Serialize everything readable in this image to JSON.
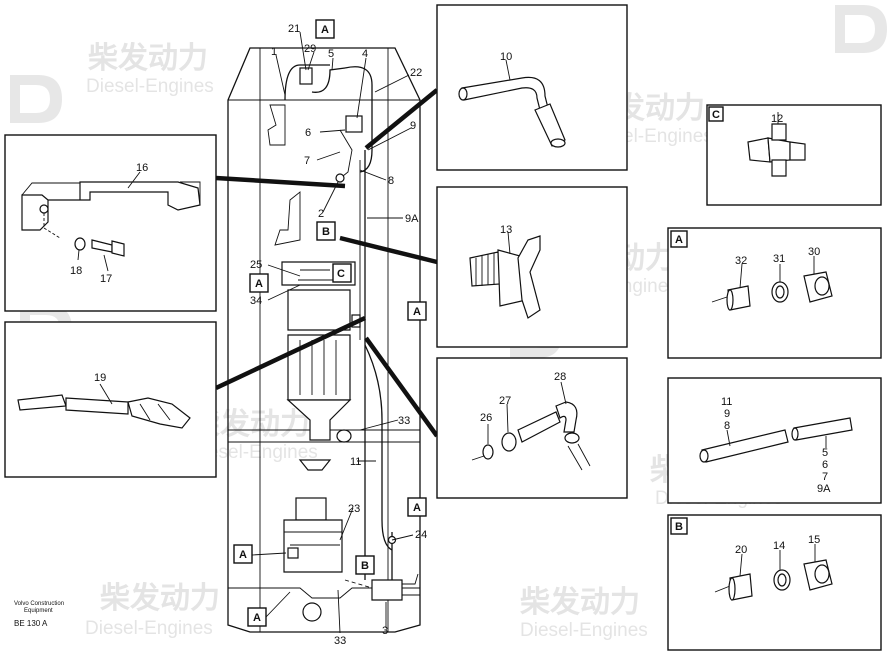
{
  "watermark": {
    "brand_cn": "柴发动力",
    "brand_en": "Diesel-Engines"
  },
  "footer": {
    "company_line1": "Volvo Construction",
    "company_line2": "Equipment",
    "ref": "BE 130 A"
  },
  "insets": {
    "c_label": "C",
    "a_label": "A",
    "b_label": "B"
  },
  "callouts": {
    "main": [
      "21",
      "1",
      "29",
      "5",
      "4",
      "22",
      "9",
      "6",
      "7",
      "8",
      "2",
      "9A",
      "25",
      "34",
      "33",
      "11",
      "23",
      "24",
      "3",
      "33"
    ],
    "marker_A": "A",
    "marker_B": "B",
    "marker_C": "C"
  },
  "parts": {
    "p10": "10",
    "p12": "12",
    "p13": "13",
    "p16": "16",
    "p17": "17",
    "p18": "18",
    "p19": "19",
    "p26": "26",
    "p27": "27",
    "p28": "28",
    "p32": "32",
    "p31": "31",
    "p30": "30",
    "p11": "11",
    "p9": "9",
    "p8": "8",
    "p5": "5",
    "p6": "6",
    "p7": "7",
    "p9A": "9A",
    "p20": "20",
    "p14": "14",
    "p15": "15"
  }
}
